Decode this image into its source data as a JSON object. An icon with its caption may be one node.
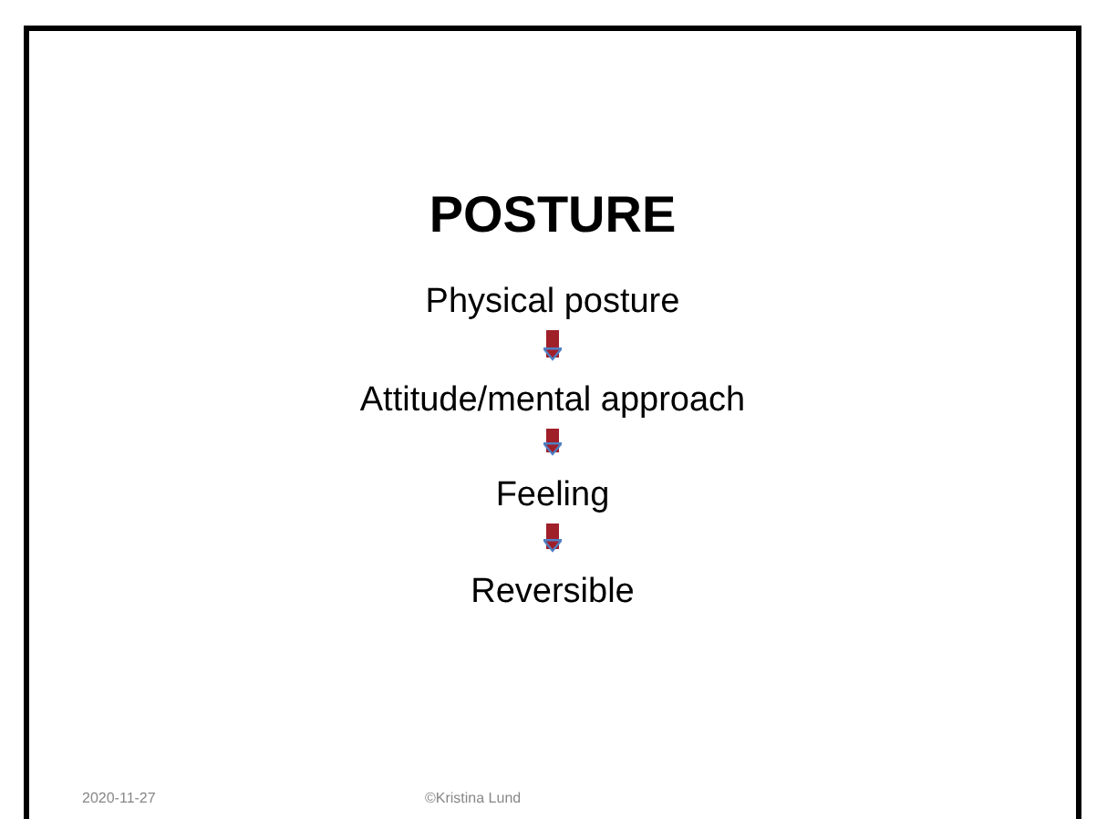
{
  "diagram": {
    "title": "POSTURE",
    "nodes": [
      {
        "text": [
          "Physical posture"
        ]
      },
      {
        "text": [
          "Attitude/mental approach"
        ]
      },
      {
        "text": [
          "Feeling"
        ]
      },
      {
        "text": [
          "Reversible"
        ]
      }
    ],
    "edges": [
      {
        "from": 0,
        "to": 1,
        "arrow": "to"
      },
      {
        "from": 1,
        "to": 2,
        "arrow": "to"
      },
      {
        "from": 2,
        "to": 3,
        "arrow": "to"
      }
    ],
    "labels": [
      "2020-11-27",
      "©Kristina Lund"
    ]
  }
}
